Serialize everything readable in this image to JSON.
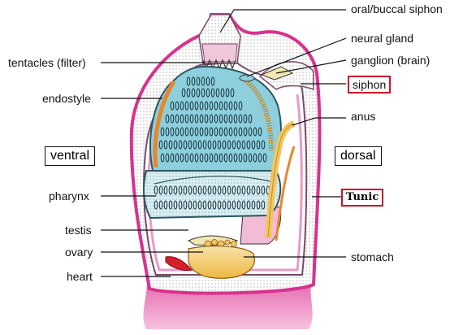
{
  "labels": {
    "oral_siphon": "oral/buccal siphon",
    "neural_gland": "neural gland",
    "ganglion": "ganglion (brain)",
    "siphon": "siphon",
    "anus": "anus",
    "dorsal": "dorsal",
    "tunic": "Tunic",
    "stomach": "stomach",
    "tentacles": "tentacles (filter)",
    "endostyle": "endostyle",
    "ventral": "ventral",
    "pharynx": "pharynx",
    "testis": "testis",
    "ovary": "ovary",
    "heart": "heart"
  },
  "colors": {
    "tunic_magenta": "#d6338f",
    "mantle_pink": "#f2bcd6",
    "pharynx_cyan": "#8dcfdc",
    "endostyle_orange": "#e8862b",
    "stomach_yellow": "#f2c660",
    "heart_red": "#d4202b",
    "label_highlight": "#c8102e"
  }
}
